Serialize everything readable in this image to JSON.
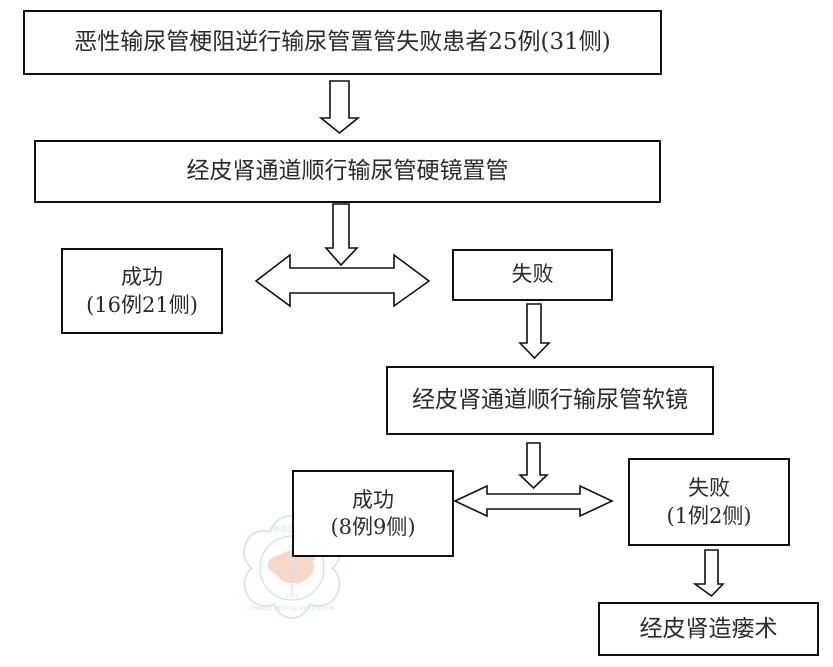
{
  "diagram": {
    "type": "flowchart",
    "nodes": {
      "patients": {
        "text": "恶性输尿管梗阻逆行输尿管置管失败患者25例(31侧)"
      },
      "rigid": {
        "text": "经皮肾通道顺行输尿管硬镜置管"
      },
      "success_1": {
        "title": "成功",
        "detail": "(16例21侧)"
      },
      "fail_1": {
        "title": "失败"
      },
      "flexible": {
        "text": "经皮肾通道顺行输尿管软镜"
      },
      "success_2": {
        "title": "成功",
        "detail": "(8例9侧)"
      },
      "fail_2": {
        "title": "失败",
        "detail": "(1例2侧)"
      },
      "nephrostomy": {
        "text": "经皮肾造瘘术"
      }
    },
    "edges": [
      {
        "from": "patients",
        "to": "rigid",
        "style": "hollow-down-arrow"
      },
      {
        "from": "rigid",
        "to": [
          "success_1",
          "fail_1"
        ],
        "style": "hollow-down-arrow-into-double-arrow"
      },
      {
        "from": "fail_1",
        "to": "flexible",
        "style": "hollow-down-arrow"
      },
      {
        "from": "flexible",
        "to": [
          "success_2",
          "fail_2"
        ],
        "style": "hollow-down-arrow-into-double-arrow"
      },
      {
        "from": "fail_2",
        "to": "nephrostomy",
        "style": "hollow-down-arrow"
      }
    ]
  },
  "watermark": {
    "name": "Chinese Medical Association logo",
    "text_cn": "中华医学会",
    "text_en": "CHINESE MEDICAL ASSOCIATION",
    "year": "1915",
    "colors": {
      "outline": "#a9cdd6",
      "map": "#f2b89a"
    }
  }
}
